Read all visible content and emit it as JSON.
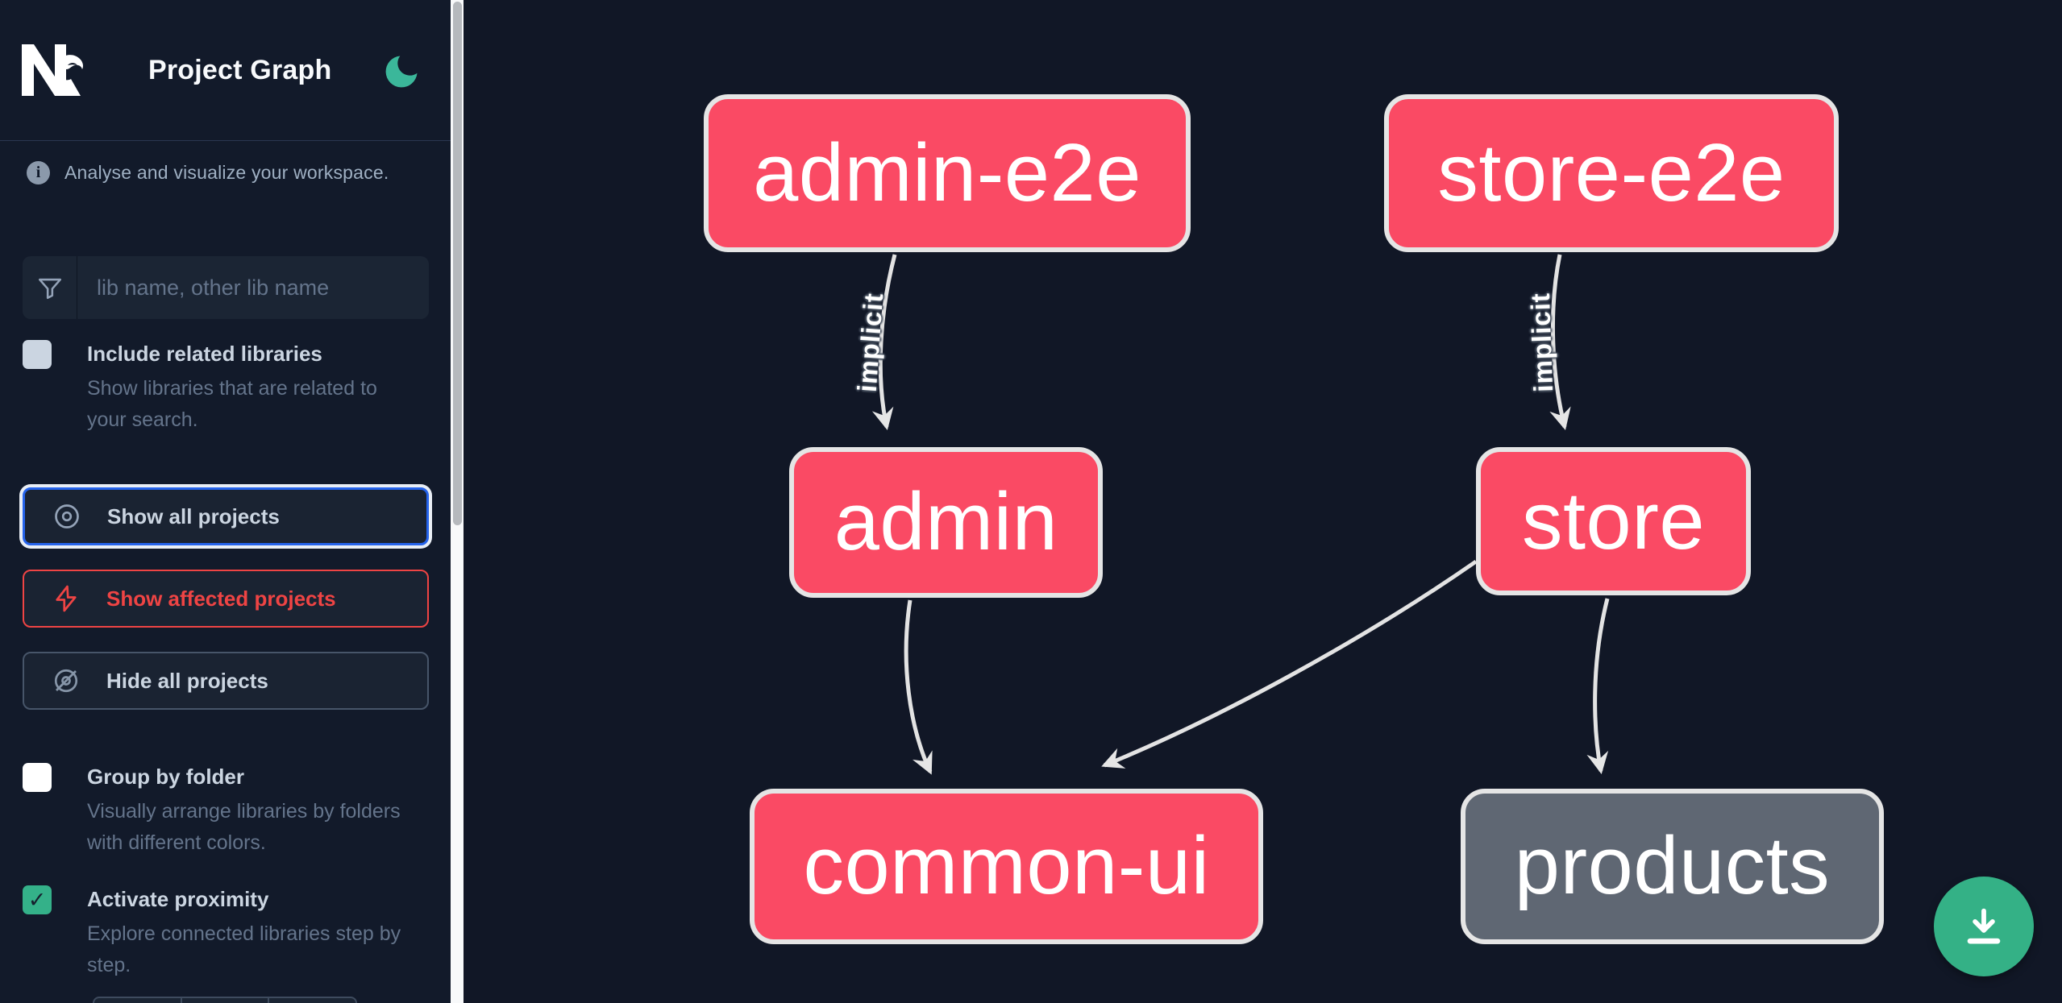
{
  "app": {
    "title": "Project Graph",
    "theme_icon": "moon-icon"
  },
  "sidebar": {
    "subtitle": "Analyse and visualize your workspace.",
    "search": {
      "placeholder": "lib name, other lib name",
      "icon": "funnel-icon"
    },
    "toggles": [
      {
        "label": "Include related libraries",
        "description": "Show libraries that are related to your search.",
        "checked": false
      },
      {
        "label": "Group by folder",
        "description": "Visually arrange libraries by folders with different colors.",
        "checked": false
      },
      {
        "label": "Activate proximity",
        "description": "Explore connected libraries step by step.",
        "checked": true
      }
    ],
    "actions": [
      {
        "label": "Show all projects",
        "icon": "eye-icon",
        "state": "focused"
      },
      {
        "label": "Show affected projects",
        "icon": "bolt-icon",
        "state": "affected"
      },
      {
        "label": "Hide all projects",
        "icon": "eye-off-icon",
        "state": "default"
      }
    ],
    "check_glyph": "✓"
  },
  "graph": {
    "nodes": [
      {
        "id": "admin-e2e",
        "label": "admin-e2e",
        "type": "affected"
      },
      {
        "id": "store-e2e",
        "label": "store-e2e",
        "type": "affected"
      },
      {
        "id": "admin",
        "label": "admin",
        "type": "affected"
      },
      {
        "id": "store",
        "label": "store",
        "type": "affected"
      },
      {
        "id": "common-ui",
        "label": "common-ui",
        "type": "affected"
      },
      {
        "id": "products",
        "label": "products",
        "type": "normal"
      }
    ],
    "edges": [
      {
        "from": "admin-e2e",
        "to": "admin",
        "label": "implicit"
      },
      {
        "from": "store-e2e",
        "to": "store",
        "label": "implicit"
      },
      {
        "from": "admin",
        "to": "common-ui",
        "label": ""
      },
      {
        "from": "store",
        "to": "common-ui",
        "label": ""
      },
      {
        "from": "store",
        "to": "products",
        "label": ""
      }
    ],
    "colors": {
      "affected_node": "#fa4a64",
      "normal_node": "#5f6773",
      "node_border": "#e5e5e5",
      "edge": "#e3e3e3",
      "background": "#111726"
    }
  },
  "accent_colors": {
    "green": "#34b189",
    "red": "#ef4444",
    "focus_blue": "#2563eb"
  },
  "fab": {
    "icon": "download-icon"
  }
}
